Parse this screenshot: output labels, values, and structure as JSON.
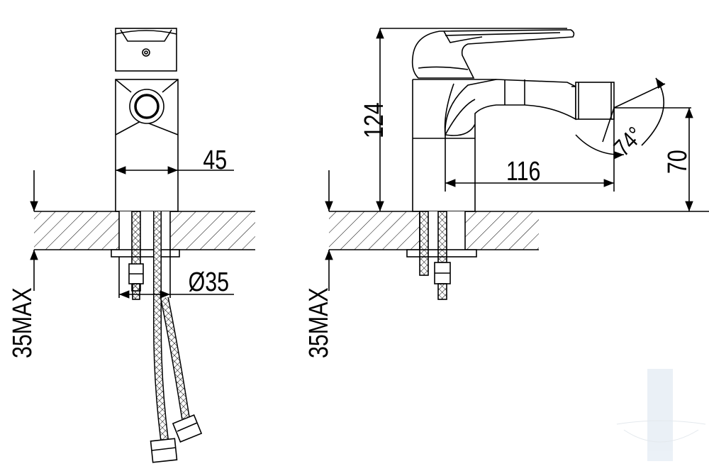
{
  "colors": {
    "line": "#000000",
    "hatch": "#000000",
    "background": "#ffffff",
    "watermark": "#d7e3ef"
  },
  "front_view": {
    "width_dim": "45",
    "hole_dim": "Ø35",
    "deck_max": "35MAX"
  },
  "side_view": {
    "height_dim": "124",
    "reach_dim": "116",
    "angle_dim": "74°",
    "spout_height_dim": "70",
    "deck_max": "35MAX"
  }
}
